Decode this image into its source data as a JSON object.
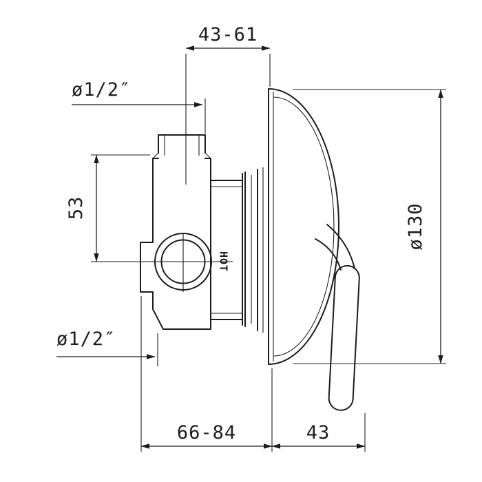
{
  "page": {
    "background": "#ffffff",
    "line_color": "#1c1c1c"
  },
  "drawing": {
    "dimensions": {
      "top_depth": "43-61",
      "inlet_top": "ø1/2″",
      "axis_offset": "53",
      "inlet_bottom": "ø1/2″",
      "body_depth": "66-84",
      "trim_depth": "43",
      "plate_diameter": "ø130"
    },
    "markings": {
      "hot": "HOT"
    }
  }
}
